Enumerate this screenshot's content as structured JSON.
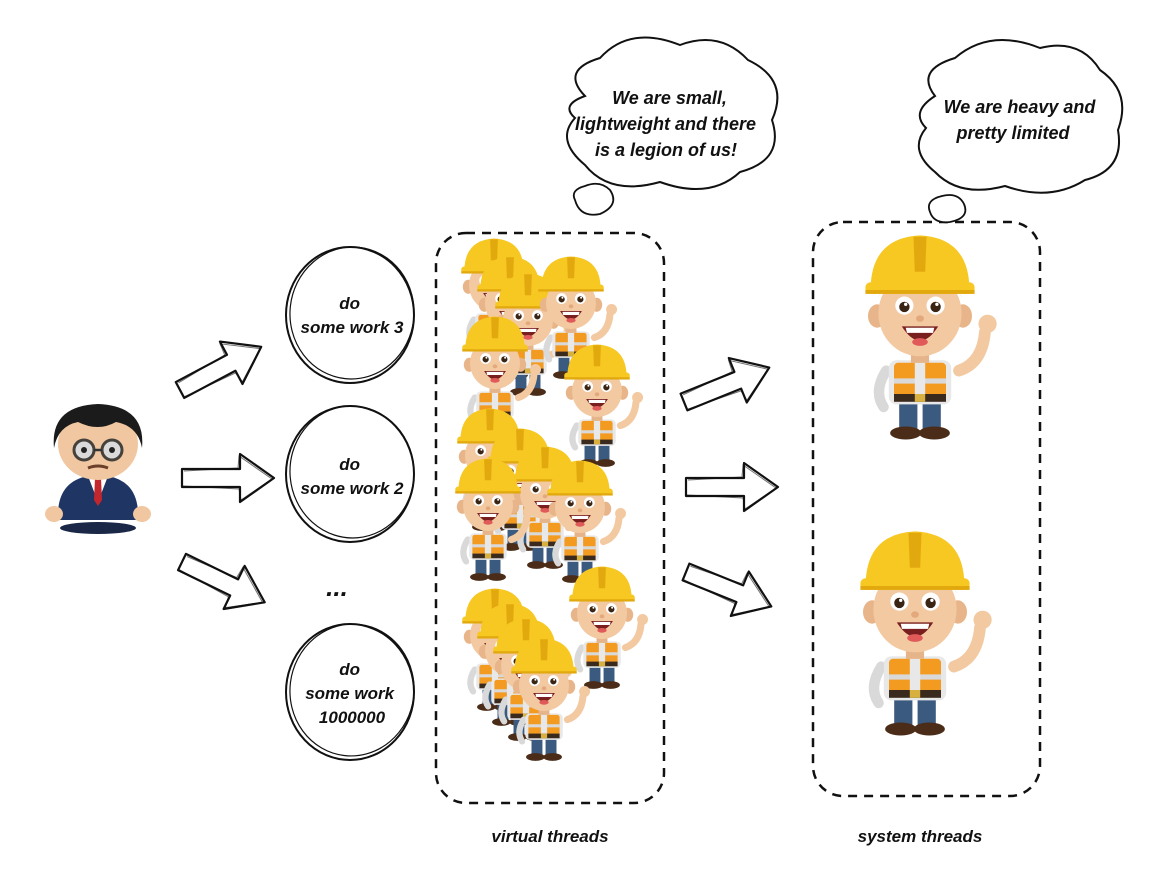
{
  "manager": {
    "icon": "manager-character-icon"
  },
  "tasks": [
    {
      "lines": [
        "do",
        "some work 3"
      ]
    },
    {
      "lines": [
        "do",
        "some work 2"
      ]
    },
    {
      "lines": [
        "do",
        "some work",
        "1000000"
      ]
    }
  ],
  "ellipsis": "...",
  "virtual_threads": {
    "label": "virtual threads",
    "thought": [
      "We are small,",
      "lightweight and there",
      "is a legion of us!"
    ],
    "worker_icon": "construction-worker-icon"
  },
  "system_threads": {
    "label": "system threads",
    "thought": [
      "We are heavy and",
      "pretty limited"
    ],
    "worker_icon": "construction-worker-icon"
  },
  "colors": {
    "helmet": "#f7c722",
    "helmet_dark": "#e2a90e",
    "skin": "#f2c9a0",
    "hair": "#5b3b23",
    "vest": "#f39a21",
    "stripe": "#d9d9d9",
    "pants": "#3b5a7f",
    "suit": "#1f3564",
    "ink": "#111111"
  }
}
